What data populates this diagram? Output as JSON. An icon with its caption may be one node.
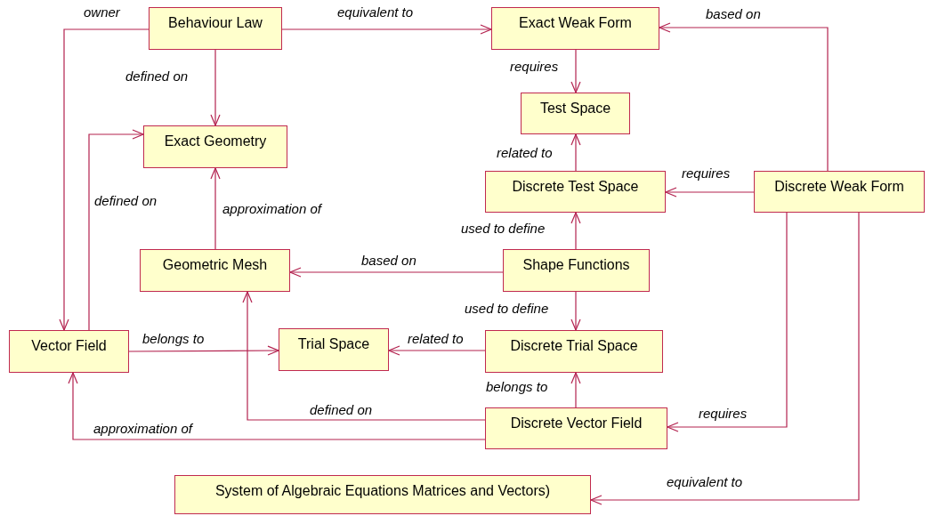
{
  "diagram": {
    "nodes": [
      {
        "text": [
          "Behaviour Law"
        ]
      },
      {
        "text": [
          "Exact Weak Form"
        ]
      },
      {
        "text": [
          "Test Space"
        ]
      },
      {
        "text": [
          "Exact Geometry"
        ]
      },
      {
        "text": [
          "Discrete Test Space"
        ]
      },
      {
        "text": [
          "Discrete Weak Form"
        ]
      },
      {
        "text": [
          "Geometric Mesh"
        ]
      },
      {
        "text": [
          "Shape Functions"
        ]
      },
      {
        "text": [
          "Vector Field"
        ]
      },
      {
        "text": [
          "Trial Space"
        ]
      },
      {
        "text": [
          "Discrete Trial Space"
        ]
      },
      {
        "text": [
          "Discrete Vector Field"
        ]
      },
      {
        "text": [
          "System of Algebraic Equations Matrices and Vectors)"
        ]
      }
    ],
    "edges": [
      {
        "from": 0,
        "to": 1,
        "arrow": "to",
        "label": "equivalent to"
      },
      {
        "from": 0,
        "to": 3,
        "arrow": "to",
        "label": "defined on"
      },
      {
        "from": 0,
        "to": 8,
        "arrow": "to",
        "label": "owner"
      },
      {
        "from": 1,
        "to": 2,
        "arrow": "to",
        "label": "requires"
      },
      {
        "from": 5,
        "to": 1,
        "arrow": "to",
        "label": "based on"
      },
      {
        "from": 4,
        "to": 2,
        "arrow": "to",
        "label": "related to"
      },
      {
        "from": 5,
        "to": 4,
        "arrow": "to",
        "label": "requires"
      },
      {
        "from": 8,
        "to": 3,
        "arrow": "to",
        "label": "defined on"
      },
      {
        "from": 6,
        "to": 3,
        "arrow": "to",
        "label": "approximation of"
      },
      {
        "from": 7,
        "to": 6,
        "arrow": "to",
        "label": "based on"
      },
      {
        "from": 7,
        "to": 4,
        "arrow": "to",
        "label": "used to define"
      },
      {
        "from": 7,
        "to": 10,
        "arrow": "to",
        "label": "used to define"
      },
      {
        "from": 8,
        "to": 9,
        "arrow": "to",
        "label": "belongs to"
      },
      {
        "from": 10,
        "to": 9,
        "arrow": "to",
        "label": "related to"
      },
      {
        "from": 11,
        "to": 10,
        "arrow": "to",
        "label": "belongs to"
      },
      {
        "from": 11,
        "to": 6,
        "arrow": "to",
        "label": "defined on"
      },
      {
        "from": 11,
        "to": 8,
        "arrow": "to",
        "label": "approximation of"
      },
      {
        "from": 5,
        "to": 11,
        "arrow": "to",
        "label": "requires"
      },
      {
        "from": 5,
        "to": 12,
        "arrow": "to",
        "label": "equivalent to"
      }
    ]
  }
}
